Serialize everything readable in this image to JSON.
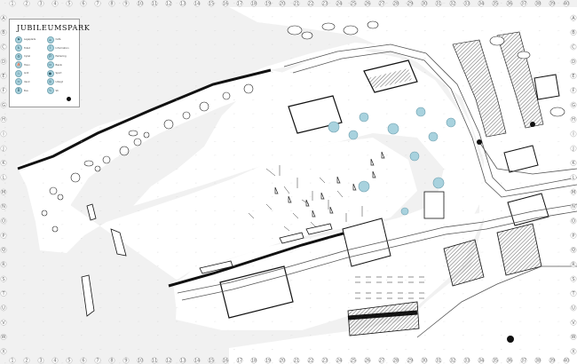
{
  "map": {
    "title": "JUBILEUMSPARK",
    "grid": {
      "columns": [
        "1",
        "2",
        "3",
        "4",
        "5",
        "6",
        "7",
        "8",
        "9",
        "10",
        "11",
        "12",
        "13",
        "14",
        "15",
        "16",
        "17",
        "18",
        "19",
        "20",
        "21",
        "22",
        "23",
        "24",
        "25",
        "26",
        "27",
        "28",
        "29",
        "30",
        "31",
        "32",
        "33",
        "34",
        "35",
        "36",
        "37",
        "38",
        "39",
        "40"
      ],
      "rows": [
        "A",
        "B",
        "C",
        "D",
        "E",
        "F",
        "G",
        "H",
        "I",
        "J",
        "K",
        "L",
        "M",
        "N",
        "O",
        "P",
        "Q",
        "R",
        "S",
        "T",
        "U",
        "V",
        "W",
        "X"
      ]
    },
    "legend": {
      "items": [
        {
          "icon": "playground-icon",
          "glyph": "⚑",
          "label": "Legeplads"
        },
        {
          "icon": "cafe-icon",
          "glyph": "☕",
          "label": "Café"
        },
        {
          "icon": "toilet-icon",
          "glyph": "♿",
          "label": "Toilet"
        },
        {
          "icon": "info-icon",
          "glyph": "i",
          "label": "Information"
        },
        {
          "icon": "bike-icon",
          "glyph": "⚙",
          "label": "Cykel"
        },
        {
          "icon": "parking-icon",
          "glyph": "P",
          "label": "Parkering"
        },
        {
          "icon": "boat-icon",
          "glyph": "⛵",
          "label": "Havn"
        },
        {
          "icon": "bench-icon",
          "glyph": "▭",
          "label": "Bænk"
        },
        {
          "icon": "bbq-icon",
          "glyph": "♨",
          "label": "Grill"
        },
        {
          "icon": "sport-icon",
          "glyph": "●",
          "label": "Sport"
        },
        {
          "icon": "water-icon",
          "glyph": "≈",
          "label": "Vand"
        },
        {
          "icon": "viewpoint-icon",
          "glyph": "◎",
          "label": "Udsigt"
        },
        {
          "icon": "bus-icon",
          "glyph": "B",
          "label": "Bus"
        },
        {
          "icon": "path-icon",
          "glyph": "∿",
          "label": "Sti"
        }
      ]
    },
    "colors": {
      "water": "#f1f1f1",
      "land": "#ffffff",
      "ink": "#111111",
      "marker": "#a8d2de",
      "marker_stroke": "#6d9fae"
    }
  }
}
